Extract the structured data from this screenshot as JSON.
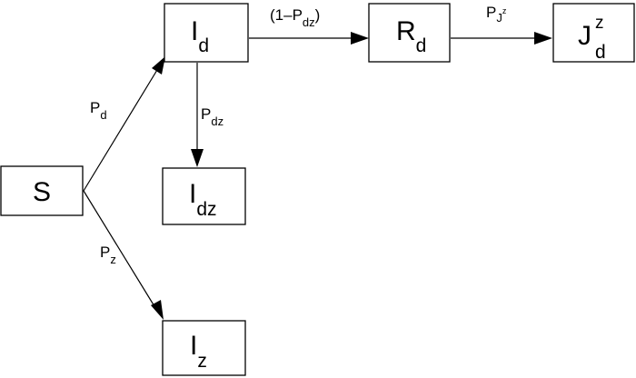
{
  "nodes": {
    "s": {
      "main": "S"
    },
    "id": {
      "main": "I",
      "sub": "d"
    },
    "rd": {
      "main": "R",
      "sub": "d"
    },
    "jd": {
      "main": "J",
      "sub": "d",
      "sup": "z"
    },
    "idz": {
      "main": "I",
      "sub": "dz"
    },
    "iz": {
      "main": "I",
      "sub": "z"
    }
  },
  "edges": {
    "s_to_id": {
      "main": "P",
      "sub": "d"
    },
    "s_to_iz": {
      "main": "P",
      "sub": "z"
    },
    "id_to_idz": {
      "main": "P",
      "sub": "dz"
    },
    "id_to_rd": {
      "prefix": "(1–P",
      "sub": "dz",
      "suffix": ")"
    },
    "rd_to_jd": {
      "main": "P",
      "sub": "J",
      "sup": "z"
    }
  }
}
